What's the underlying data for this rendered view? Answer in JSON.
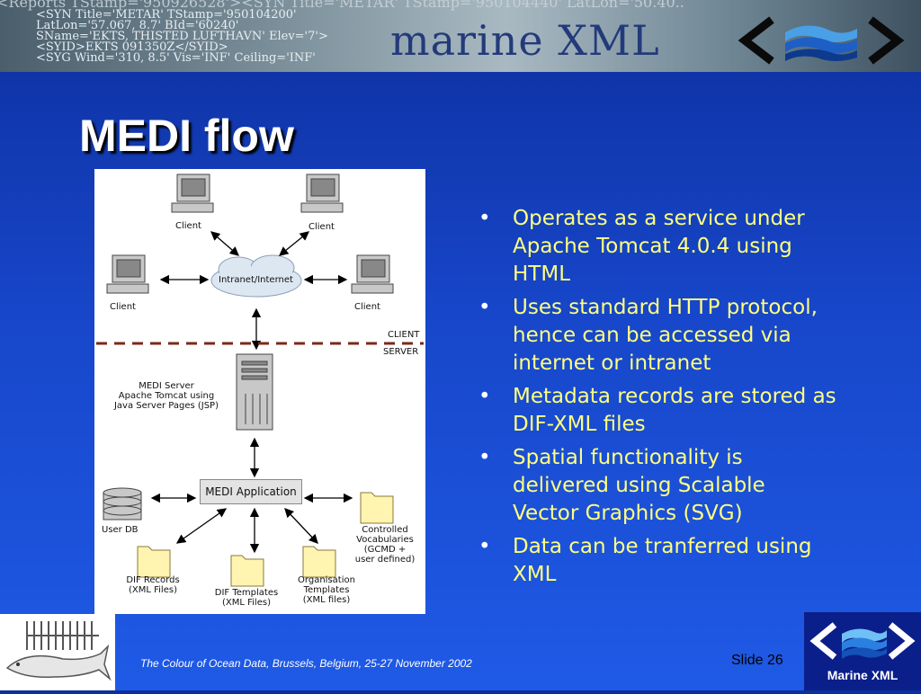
{
  "header": {
    "xml_lines": [
      "<Reports TStamp='950926528'><SYN Title='METAR' TStamp='950104440' LatLon='50.40..",
      "<SYN Title='METAR' TStamp='950104200'",
      "LatLon='57.067, 8.7' BId='60240'",
      "SName='EKTS, THISTED LUFTHAVN' Elev='7'>",
      "<SYID>EKTS 091350Z</SYID>",
      "<SYG Wind='310, 8.5' Vis='INF' Ceiling='INF'"
    ],
    "brand": "marine XML",
    "colors": {
      "brand": "#233a7a",
      "banner": "#8fa2ad"
    }
  },
  "slide": {
    "title": "MEDI flow",
    "bullets": [
      "Operates as a service under Apache Tomcat 4.0.4 using HTML",
      "Uses standard HTTP protocol, hence can be accessed via internet or intranet",
      "Metadata records are stored as DIF-XML files",
      "Spatial functionality is delivered using Scalable Vector Graphics (SVG)",
      "Data can be tranferred using XML"
    ],
    "bullet_symbol": "•",
    "colors": {
      "bullet_text": "#ffff80",
      "title": "#ffffff",
      "background": "#1746c9"
    }
  },
  "diagram": {
    "client_top_left": "Client",
    "client_top_right": "Client",
    "client_mid_left": "Client",
    "client_mid_right": "Client",
    "cloud": "Intranet/Internet",
    "client_label": "CLIENT",
    "server_label": "SERVER",
    "server_desc_1": "MEDI Server",
    "server_desc_2": "Apache Tomcat using",
    "server_desc_3": "Java Server Pages (JSP)",
    "app": "MEDI Application",
    "user_db": "User DB",
    "controlled_1": "Controlled",
    "controlled_2": "Vocabularies",
    "controlled_3": "(GCMD +",
    "controlled_4": "user defined)",
    "dif_records_1": "DIF Records",
    "dif_records_2": "(XML Files)",
    "dif_templates_1": "DIF Templates",
    "dif_templates_2": "(XML Files)",
    "org_1": "Organisation",
    "org_2": "Templates",
    "org_3": "(XML files)"
  },
  "footer": {
    "text": "The Colour of Ocean Data, Brussels, Belgium, 25-27 November 2002",
    "slide_label": "Slide 26",
    "logo_caption": "Marine XML"
  }
}
